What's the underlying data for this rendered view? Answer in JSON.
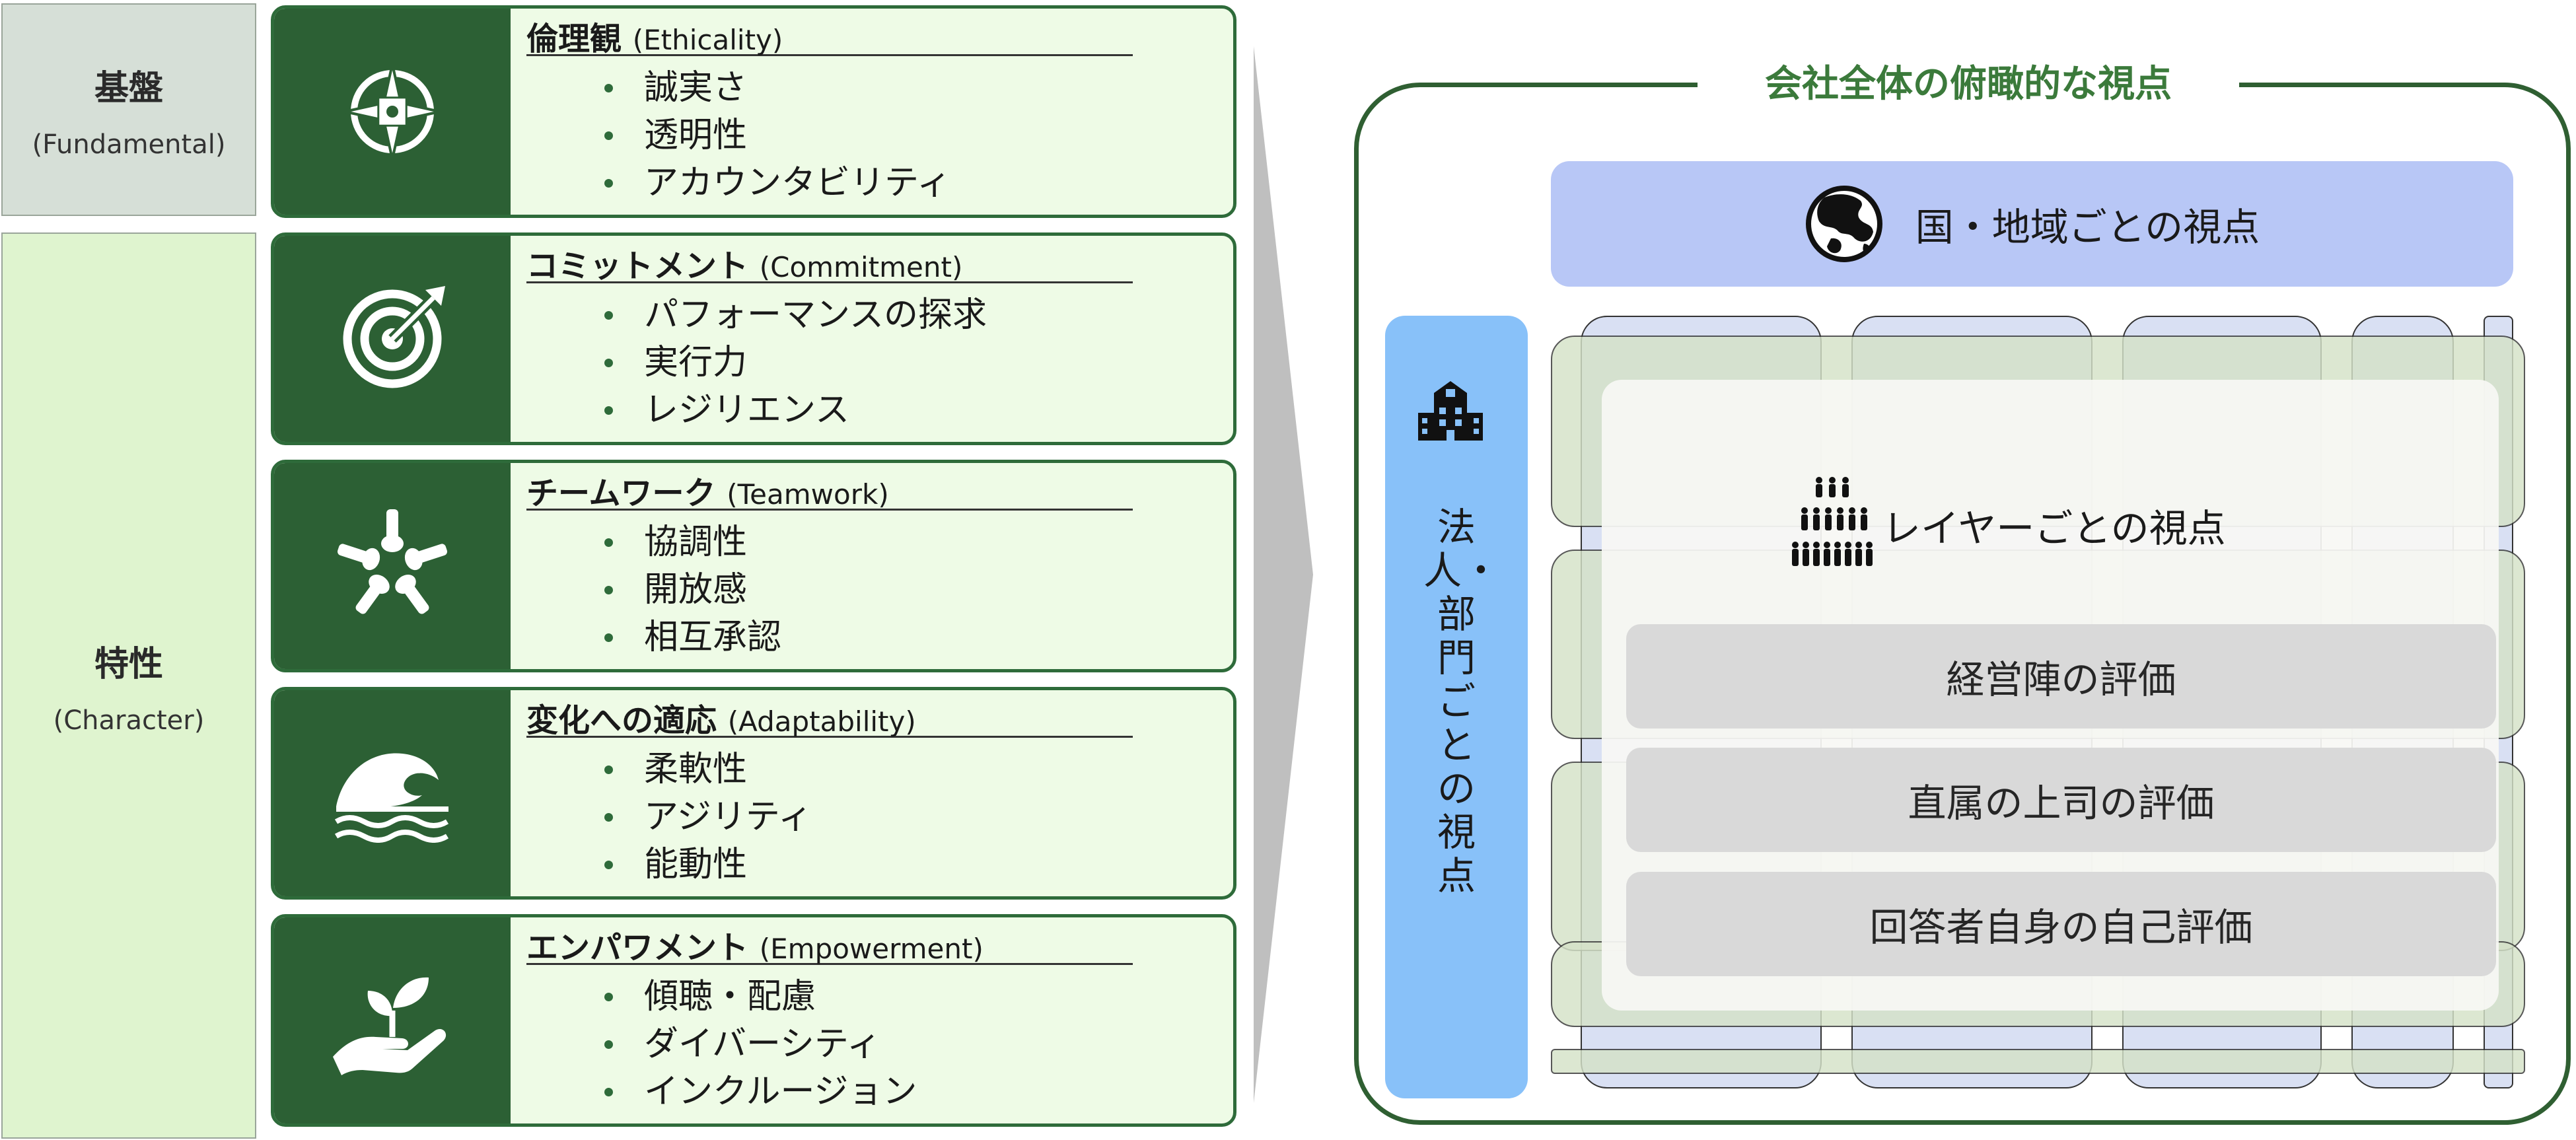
{
  "categories": [
    {
      "name": "基盤",
      "sub": "(Fundamental)",
      "fill": "#d6dfd7"
    },
    {
      "name": "特性",
      "sub": "(Character)",
      "fill": "#dff4cf"
    }
  ],
  "values": [
    {
      "title": "倫理観",
      "en": "(Ethicality)",
      "icon": "compass-icon",
      "items": [
        "誠実さ",
        "透明性",
        "アカウンタビリティ"
      ]
    },
    {
      "title": "コミットメント",
      "en": "(Commitment)",
      "icon": "target-icon",
      "items": [
        "パフォーマンスの探求",
        "実行力",
        "レジリエンス"
      ]
    },
    {
      "title": "チームワーク",
      "en": "(Teamwork)",
      "icon": "hands-circle-icon",
      "items": [
        "協調性",
        "開放感",
        "相互承認"
      ]
    },
    {
      "title": "変化への適応",
      "en": "(Adaptability)",
      "icon": "wave-icon",
      "items": [
        "柔軟性",
        "アジリティ",
        "能動性"
      ]
    },
    {
      "title": "エンパワメント",
      "en": "(Empowerment)",
      "icon": "hand-plant-icon",
      "items": [
        "傾聴・配慮",
        "ダイバーシティ",
        "インクルージョン"
      ]
    }
  ],
  "perspective": {
    "title": "会社全体の俯瞰的な視点",
    "country": "国・地域ごとの視点",
    "corporate": "法人・部門ごとの視点",
    "layer": "レイヤーごとの視点",
    "evaluations": [
      "経営陣の評価",
      "直属の上司の評価",
      "回答者自身の自己評価"
    ]
  },
  "colors": {
    "dark_green": "#2c6034",
    "card_fill": "#eefbe6",
    "country_fill": "#b8c7f6",
    "corporate_fill": "#88c1f9",
    "eval_fill": "#d9d9d9",
    "title_green": "#3b7a3b"
  }
}
